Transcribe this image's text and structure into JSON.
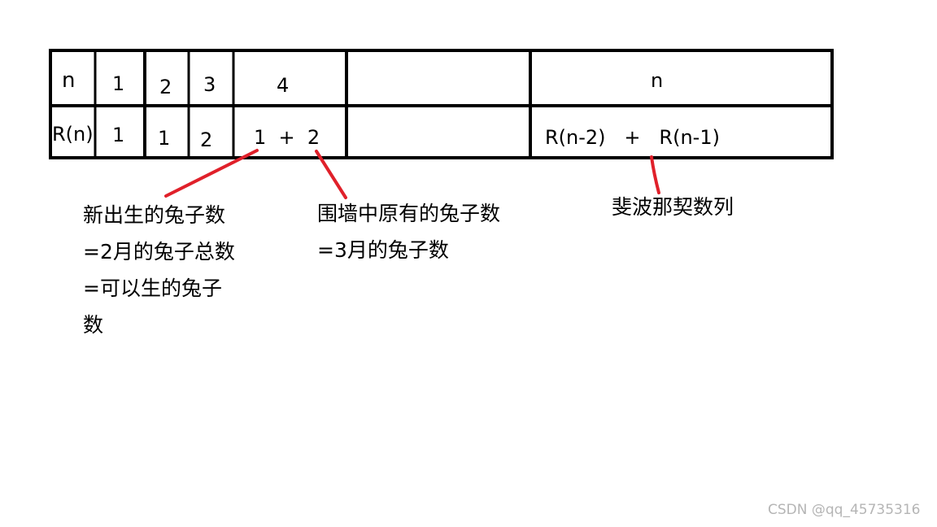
{
  "table": {
    "row_n": {
      "label": "n",
      "c1": "1",
      "c2": "2",
      "c3": "3",
      "c4": "4",
      "c5": "",
      "c6": "n"
    },
    "row_r": {
      "label": "R(n)",
      "c1": "1",
      "c2": "1",
      "c3": "2",
      "c4": "1  +  2",
      "c5": "",
      "c6": "R(n-2)   +   R(n-1)"
    }
  },
  "annotations": {
    "newborn": {
      "line1": "新出生的兔子数",
      "line2": "=2月的兔子总数",
      "line3": "=可以生的兔子",
      "line4": "数"
    },
    "existing": {
      "line1": "围墙中原有的兔子数",
      "line2": "=3月的兔子数"
    },
    "fibonacci": {
      "line1": "斐波那契数列"
    }
  },
  "watermark": "CSDN @qq_45735316",
  "colors": {
    "grid": "#000000",
    "pointer": "#e0202a",
    "watermark": "#b5b5b5"
  }
}
